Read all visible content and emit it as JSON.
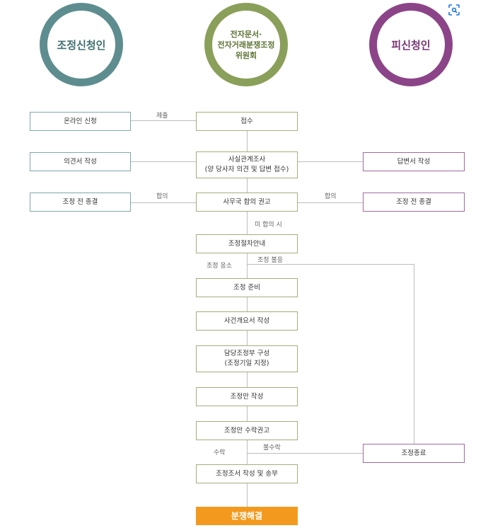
{
  "parties": {
    "applicant": "조정신청인",
    "committee": "전자문서·\n전자거래분쟁조정\n위원회",
    "respondent": "피신청인"
  },
  "center_steps": {
    "receipt": "접수",
    "fact_finding": "사실관계조사\n(양 당사자 의견 및 답변 접수)",
    "office_recommendation": "사무국 합의 권고",
    "procedure_guide": "조정절차안내",
    "preparation": "조정 준비",
    "case_summary": "사건개요서 작성",
    "panel": "담당조정부 구성\n(조정기일 지정)",
    "draft": "조정안 작성",
    "acceptance_recommendation": "조정안 수락권고",
    "record": "조정조서 작성 및 송부",
    "resolution": "분쟁해결"
  },
  "left_steps": {
    "online_application": "온라인 신청",
    "opinion": "의견서 작성",
    "pre_closing": "조정 전 종결"
  },
  "right_steps": {
    "answer": "답변서 작성",
    "pre_closing": "조정 전 종결",
    "termination": "조정종료"
  },
  "edge_labels": {
    "submit": "제출",
    "agree_left": "합의",
    "agree_right": "합의",
    "not_agreed": "미 합의 시",
    "accept_mediation": "조정 응소",
    "refuse_mediation": "조정 불응",
    "accept": "수락",
    "reject": "불수락"
  },
  "icons": {
    "corner": "screenshot-capture-icon"
  },
  "colors": {
    "applicant": "#5e8d90",
    "committee": "#8aa05a",
    "respondent": "#8c4488",
    "resolution": "#f39a1e"
  }
}
